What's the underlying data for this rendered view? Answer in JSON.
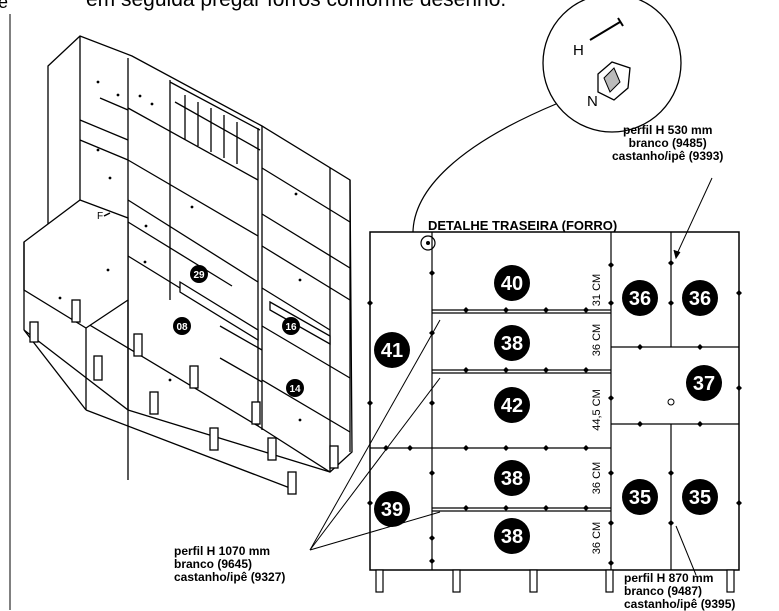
{
  "header": {
    "instruction": "em seguida pregar forros conforme desenho.",
    "side_letter": "e"
  },
  "detail": {
    "title": "DETALHE TRASEIRA (FORRO)"
  },
  "hardware": {
    "nail_label": "H",
    "profile_label": "N",
    "assembly_label": "F"
  },
  "callouts": {
    "top": {
      "line1": "perfil H 530 mm",
      "line2": "branco (9485)",
      "line3": "castanho/ipê (9393)"
    },
    "left": {
      "line1": "perfil H 1070 mm",
      "line2": "branco (9645)",
      "line3": "castanho/ipê (9327)"
    },
    "right": {
      "line1": "perfil H 870 mm",
      "line2": "branco (9487)",
      "line3": "castanho/ipê (9395)"
    }
  },
  "panels": {
    "p41": "41",
    "p40": "40",
    "p38a": "38",
    "p42": "42",
    "p38b": "38",
    "p38c": "38",
    "p39": "39",
    "p36a": "36",
    "p36b": "36",
    "p37": "37",
    "p35a": "35",
    "p35b": "35"
  },
  "dimensions": {
    "d1": "31 CM",
    "d2": "36 CM",
    "d3": "44,5 CM",
    "d4": "36 CM",
    "d5": "36 CM"
  },
  "assembly_parts": {
    "a29": "29",
    "a08": "08",
    "a16": "16",
    "a14": "14"
  }
}
